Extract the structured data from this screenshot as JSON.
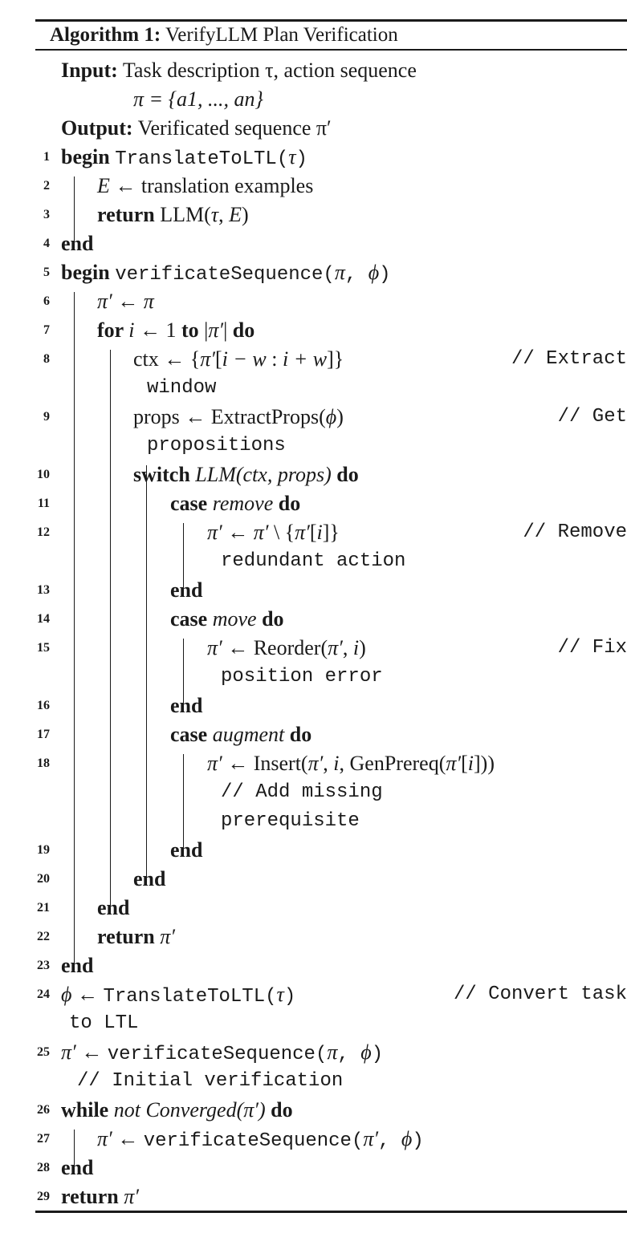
{
  "algorithm": {
    "title_label": "Algorithm 1:",
    "title": "VerifyLLM Plan Verification",
    "input_label": "Input:",
    "input_text": "Task description τ, action sequence",
    "input_text_2": "π = {a1, ..., an}",
    "output_label": "Output:",
    "output_text": "Verificated sequence π′"
  },
  "lines": [
    {
      "n": "1",
      "parts": [
        [
          "kw",
          "begin "
        ],
        [
          "mono",
          "TranslateToLTL("
        ],
        [
          "it",
          "τ"
        ],
        [
          "mono",
          ")"
        ]
      ]
    },
    {
      "n": "2",
      "parts": [
        [
          "it",
          "E"
        ],
        [
          "",
          " ← translation examples"
        ]
      ]
    },
    {
      "n": "3",
      "parts": [
        [
          "kw",
          "return "
        ],
        [
          "",
          "LLM("
        ],
        [
          "it",
          "τ"
        ],
        [
          "",
          ", "
        ],
        [
          "it",
          "E"
        ],
        [
          "",
          ")"
        ]
      ]
    },
    {
      "n": "4",
      "parts": [
        [
          "kw",
          "end"
        ]
      ]
    },
    {
      "n": "5",
      "parts": [
        [
          "kw",
          "begin "
        ],
        [
          "mono",
          "verificateSequence("
        ],
        [
          "it",
          "π"
        ],
        [
          "mono",
          ", "
        ],
        [
          "it",
          "ϕ"
        ],
        [
          "mono",
          ")"
        ]
      ]
    },
    {
      "n": "6",
      "parts": [
        [
          "it",
          "π′"
        ],
        [
          "",
          " ← "
        ],
        [
          "it",
          "π"
        ]
      ]
    },
    {
      "n": "7",
      "parts": [
        [
          "kw",
          "for "
        ],
        [
          "it",
          "i"
        ],
        [
          "",
          " ← 1 "
        ],
        [
          "kw",
          "to"
        ],
        [
          "",
          " |"
        ],
        [
          "it",
          "π′"
        ],
        [
          "",
          "| "
        ],
        [
          "kw",
          "do"
        ]
      ]
    },
    {
      "n": "8",
      "parts": [
        [
          "",
          "ctx ← {"
        ],
        [
          "it",
          "π′"
        ],
        [
          "",
          "["
        ],
        [
          "it",
          "i − w"
        ],
        [
          "",
          " : "
        ],
        [
          "it",
          "i + w"
        ],
        [
          "",
          "]}"
        ]
      ],
      "comment": "// Extract",
      "cont": "window"
    },
    {
      "n": "9",
      "parts": [
        [
          "",
          "props ← ExtractProps("
        ],
        [
          "it",
          "ϕ"
        ],
        [
          "",
          ")"
        ]
      ],
      "comment": "// Get",
      "cont": "propositions"
    },
    {
      "n": "10",
      "parts": [
        [
          "kw",
          "switch "
        ],
        [
          "it",
          "LLM(ctx, props) "
        ],
        [
          "kw",
          "do"
        ]
      ]
    },
    {
      "n": "11",
      "parts": [
        [
          "kw",
          "case "
        ],
        [
          "it",
          "remove "
        ],
        [
          "kw",
          "do"
        ]
      ]
    },
    {
      "n": "12",
      "parts": [
        [
          "it",
          "π′"
        ],
        [
          "",
          " ← "
        ],
        [
          "it",
          "π′"
        ],
        [
          "",
          " \\ {"
        ],
        [
          "it",
          "π′"
        ],
        [
          "",
          "["
        ],
        [
          "it",
          "i"
        ],
        [
          "",
          "]}"
        ]
      ],
      "comment": "// Remove",
      "cont": "redundant action"
    },
    {
      "n": "13",
      "parts": [
        [
          "kw",
          "end"
        ]
      ]
    },
    {
      "n": "14",
      "parts": [
        [
          "kw",
          "case "
        ],
        [
          "it",
          "move "
        ],
        [
          "kw",
          "do"
        ]
      ]
    },
    {
      "n": "15",
      "parts": [
        [
          "it",
          "π′"
        ],
        [
          "",
          " ← Reorder("
        ],
        [
          "it",
          "π′"
        ],
        [
          "",
          ", "
        ],
        [
          "it",
          "i"
        ],
        [
          "",
          ")"
        ]
      ],
      "comment": "// Fix",
      "cont": "position error"
    },
    {
      "n": "16",
      "parts": [
        [
          "kw",
          "end"
        ]
      ]
    },
    {
      "n": "17",
      "parts": [
        [
          "kw",
          "case "
        ],
        [
          "it",
          "augment "
        ],
        [
          "kw",
          "do"
        ]
      ]
    },
    {
      "n": "18",
      "parts": [
        [
          "it",
          "π′"
        ],
        [
          "",
          " ← Insert("
        ],
        [
          "it",
          "π′"
        ],
        [
          "",
          ", "
        ],
        [
          "it",
          "i"
        ],
        [
          "",
          ", GenPrereq("
        ],
        [
          "it",
          "π′"
        ],
        [
          "",
          "["
        ],
        [
          "it",
          "i"
        ],
        [
          "",
          "]))"
        ]
      ],
      "cont": "// Add missing",
      "cont2": "prerequisite"
    },
    {
      "n": "19",
      "parts": [
        [
          "kw",
          "end"
        ]
      ]
    },
    {
      "n": "20",
      "parts": [
        [
          "kw",
          "end"
        ]
      ]
    },
    {
      "n": "21",
      "parts": [
        [
          "kw",
          "end"
        ]
      ]
    },
    {
      "n": "22",
      "parts": [
        [
          "kw",
          "return "
        ],
        [
          "it",
          "π′"
        ]
      ]
    },
    {
      "n": "23",
      "parts": [
        [
          "kw",
          "end"
        ]
      ]
    },
    {
      "n": "24",
      "parts": [
        [
          "it",
          "ϕ"
        ],
        [
          "",
          " ← "
        ],
        [
          "mono",
          "TranslateToLTL("
        ],
        [
          "it",
          "τ"
        ],
        [
          "mono",
          ")"
        ]
      ],
      "comment": "// Convert task",
      "cont": "to LTL"
    },
    {
      "n": "25",
      "parts": [
        [
          "it",
          "π′"
        ],
        [
          "",
          " ← "
        ],
        [
          "mono",
          "verificateSequence("
        ],
        [
          "it",
          "π"
        ],
        [
          "mono",
          ", "
        ],
        [
          "it",
          "ϕ"
        ],
        [
          "mono",
          ")"
        ]
      ],
      "cont": "// Initial verification"
    },
    {
      "n": "26",
      "parts": [
        [
          "kw",
          "while "
        ],
        [
          "it",
          "not Converged("
        ],
        [
          "it",
          "π′"
        ],
        [
          "it",
          ") "
        ],
        [
          "kw",
          "do"
        ]
      ]
    },
    {
      "n": "27",
      "parts": [
        [
          "it",
          "π′"
        ],
        [
          "",
          " ← "
        ],
        [
          "mono",
          "verificateSequence("
        ],
        [
          "it",
          "π′"
        ],
        [
          "mono",
          ", "
        ],
        [
          "it",
          "ϕ"
        ],
        [
          "mono",
          ")"
        ]
      ]
    },
    {
      "n": "28",
      "parts": [
        [
          "kw",
          "end"
        ]
      ]
    },
    {
      "n": "29",
      "parts": [
        [
          "kw",
          "return "
        ],
        [
          "it",
          "π′"
        ]
      ]
    }
  ]
}
